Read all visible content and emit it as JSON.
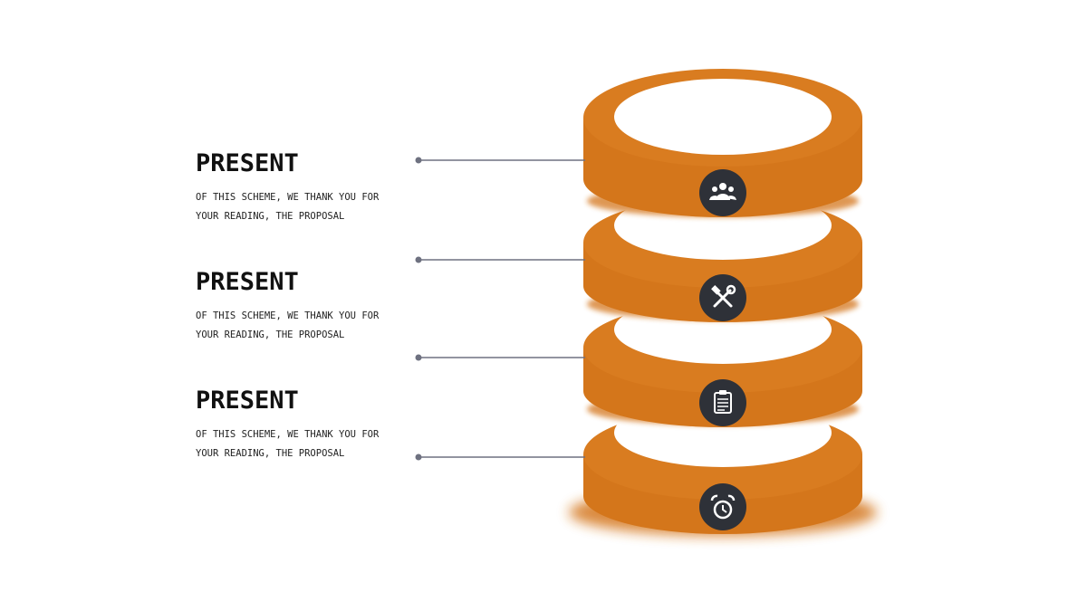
{
  "colors": {
    "accent": "#d4761b",
    "accent_dark": "#b85f10",
    "accent_light": "#e08a30",
    "icon_bg": "#2e3138",
    "connector": "#6e7180"
  },
  "items": [
    {
      "title": "PRESENT",
      "text": "OF THIS SCHEME, WE THANK YOU FOR YOUR READING, THE PROPOSAL",
      "icon": "people-icon"
    },
    {
      "title": "PRESENT",
      "text": "OF THIS SCHEME, WE THANK YOU FOR YOUR READING, THE PROPOSAL",
      "icon": "tools-icon"
    },
    {
      "title": "PRESENT",
      "text": "OF THIS SCHEME, WE THANK YOU FOR YOUR READING, THE PROPOSAL",
      "icon": "clipboard-icon"
    },
    {
      "title": "",
      "text": "",
      "icon": "alarm-clock-icon"
    }
  ]
}
